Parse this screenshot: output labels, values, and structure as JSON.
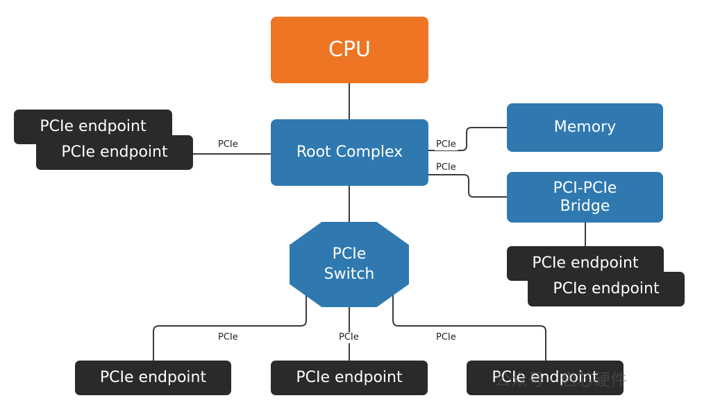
{
  "cpu": {
    "label": "CPU"
  },
  "root_complex": {
    "label": "Root Complex"
  },
  "memory": {
    "label": "Memory"
  },
  "bridge": {
    "line1": "PCI-PCIe",
    "line2": "Bridge"
  },
  "switch": {
    "line1": "PCIe",
    "line2": "Switch"
  },
  "endpoints": {
    "left_back": "PCIe endpoint",
    "left_front": "PCIe endpoint",
    "right_back": "PCIe endpoint",
    "right_front": "PCIe endpoint",
    "bottom_left": "PCIe endpoint",
    "bottom_middle": "PCIe endpoint",
    "bottom_right": "PCIe endpoint"
  },
  "links": {
    "left": "PCIe",
    "memory": "PCIe",
    "bridge": "PCIe",
    "switch_left": "PCIe",
    "switch_middle": "PCIe",
    "switch_right": "PCIe"
  },
  "colors": {
    "cpu": "#ee7523",
    "node_blue": "#2f79b0",
    "endpoint_dark": "#2a2a2a",
    "wire": "#3a3a3a"
  },
  "watermark": {
    "text": "公众号 · 启芯硬件"
  }
}
